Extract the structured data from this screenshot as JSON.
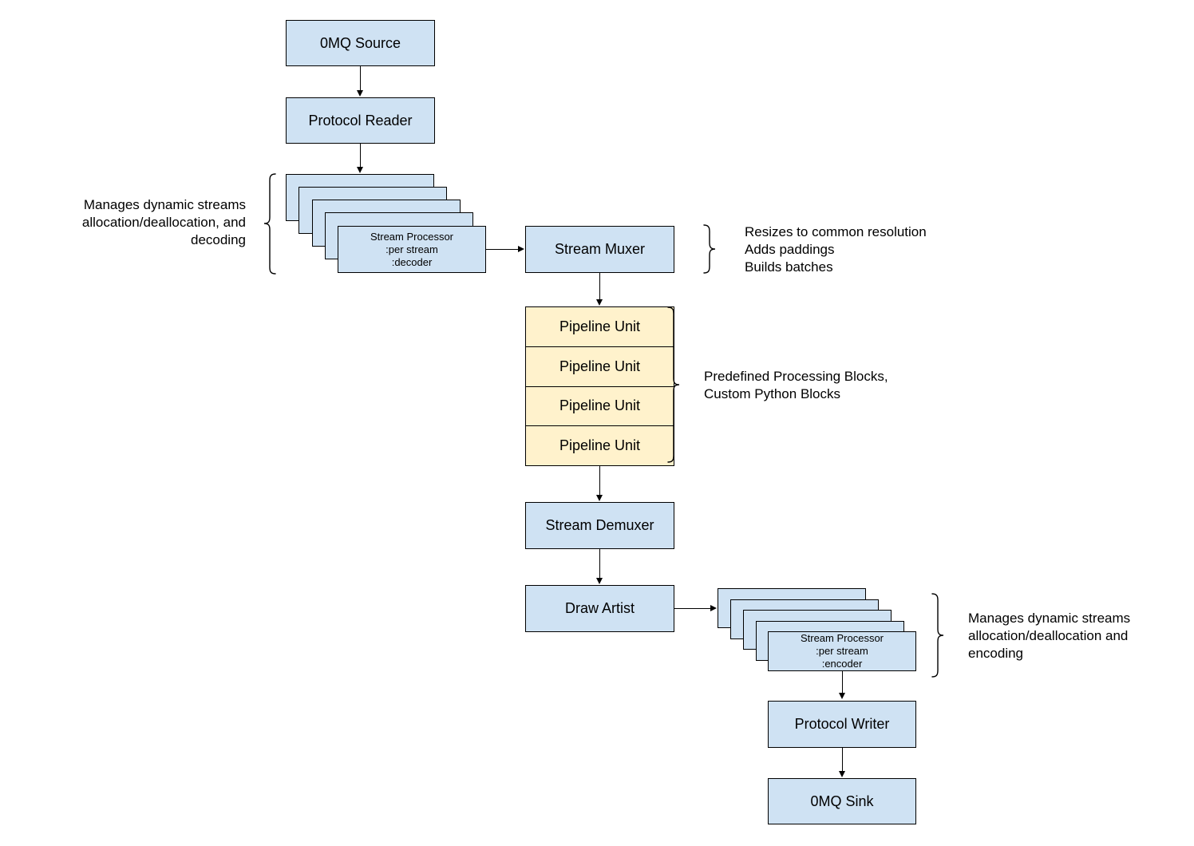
{
  "diagram": {
    "title_visible": false,
    "colors": {
      "node_fill_blue": "#cfe2f3",
      "node_fill_yellow": "#fff2cc",
      "node_border": "#000000",
      "text": "#000000",
      "background": "#ffffff"
    },
    "nodes": {
      "zmq_source": {
        "label": "0MQ Source"
      },
      "protocol_reader": {
        "label": "Protocol Reader"
      },
      "decoder_stack": {
        "line1": "Stream Processor",
        "line2": ":per stream",
        "line3": ":decoder"
      },
      "stream_muxer": {
        "label": "Stream Muxer"
      },
      "pipeline_units": [
        "Pipeline Unit",
        "Pipeline Unit",
        "Pipeline Unit",
        "Pipeline Unit"
      ],
      "stream_demuxer": {
        "label": "Stream Demuxer"
      },
      "draw_artist": {
        "label": "Draw Artist"
      },
      "encoder_stack": {
        "line1": "Stream Processor",
        "line2": ":per stream",
        "line3": ":encoder"
      },
      "protocol_writer": {
        "label": "Protocol Writer"
      },
      "zmq_sink": {
        "label": "0MQ Sink"
      }
    },
    "annotations": {
      "decoder_note": {
        "text": "Manages dynamic streams\nallocation/deallocation, and\ndecoding"
      },
      "muxer_note": {
        "text": "Resizes to common resolution\nAdds paddings\nBuilds batches"
      },
      "pipeline_note": {
        "text": "Predefined Processing Blocks,\nCustom Python Blocks"
      },
      "encoder_note": {
        "text": "Manages dynamic streams\nallocation/deallocation and\nencoding"
      }
    }
  }
}
